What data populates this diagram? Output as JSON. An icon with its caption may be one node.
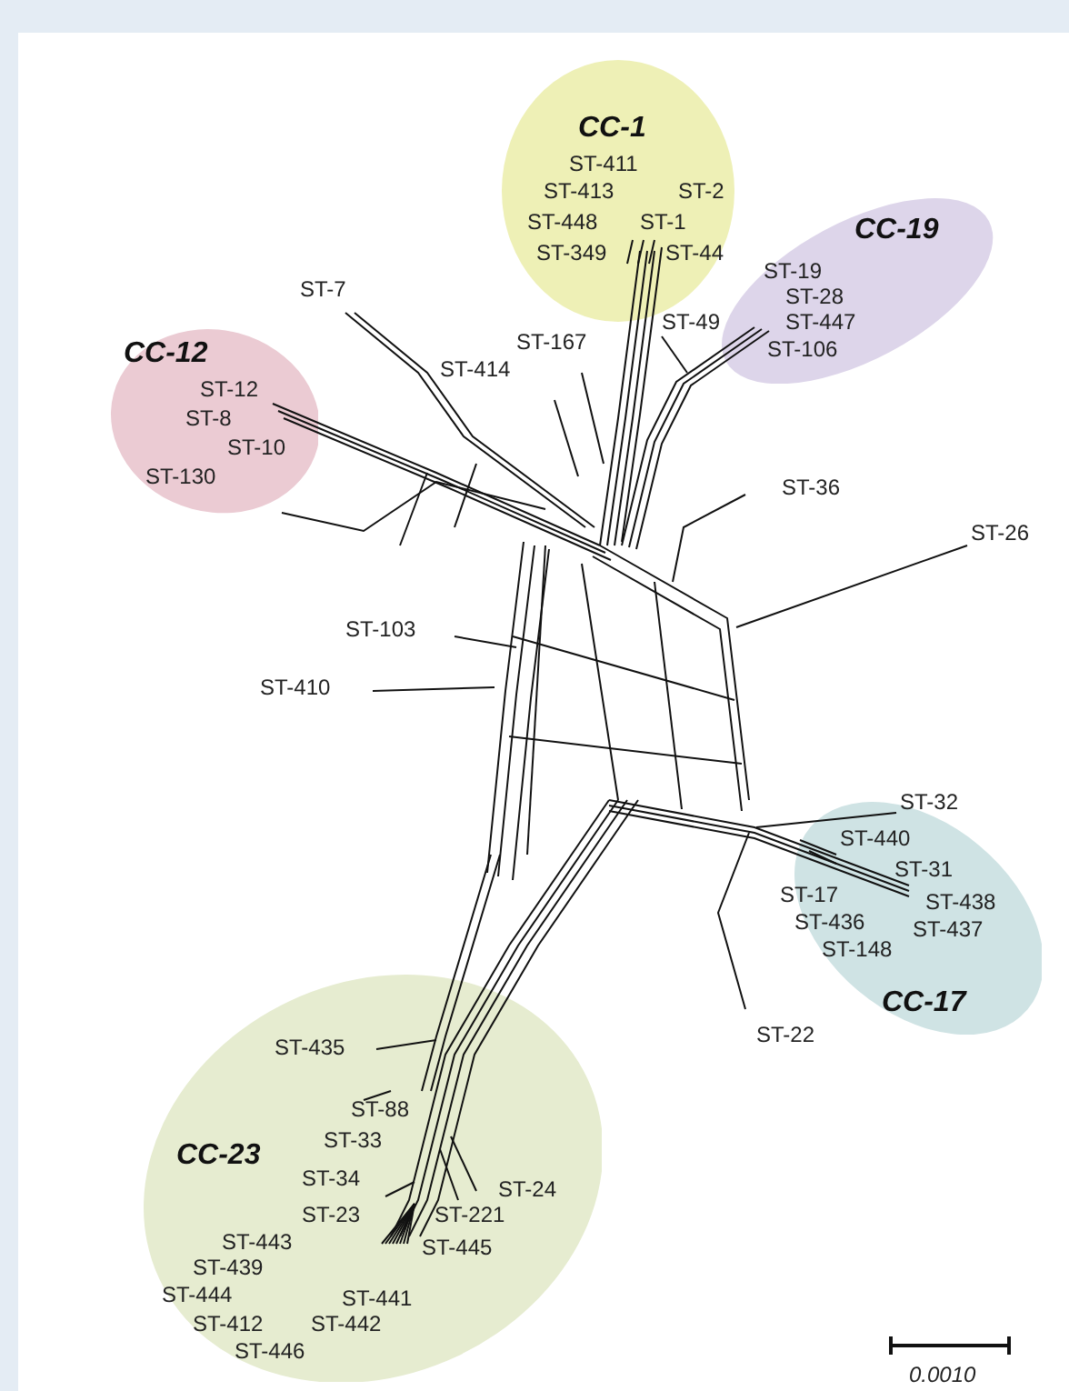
{
  "diagram": {
    "nodes": [
      {
        "text": [
          "CC-1"
        ]
      },
      {
        "text": [
          "CC-19"
        ]
      },
      {
        "text": [
          "CC-12"
        ]
      },
      {
        "text": [
          "CC-17"
        ]
      },
      {
        "text": [
          "CC-23"
        ]
      }
    ],
    "labels": [
      "ST-411",
      "ST-413",
      "ST-2",
      "ST-448",
      "ST-1",
      "ST-349",
      "ST-44",
      "ST-19",
      "ST-28",
      "ST-447",
      "ST-106",
      "ST-7",
      "ST-167",
      "ST-49",
      "ST-414",
      "ST-12",
      "ST-8",
      "ST-10",
      "ST-130",
      "ST-36",
      "ST-26",
      "ST-103",
      "ST-410",
      "ST-32",
      "ST-440",
      "ST-31",
      "ST-17",
      "ST-438",
      "ST-436",
      "ST-437",
      "ST-148",
      "ST-22",
      "ST-435",
      "ST-88",
      "ST-33",
      "ST-34",
      "ST-24",
      "ST-23",
      "ST-221",
      "ST-443",
      "ST-445",
      "ST-439",
      "ST-444",
      "ST-441",
      "ST-412",
      "ST-442",
      "ST-446",
      "0.0010"
    ]
  }
}
